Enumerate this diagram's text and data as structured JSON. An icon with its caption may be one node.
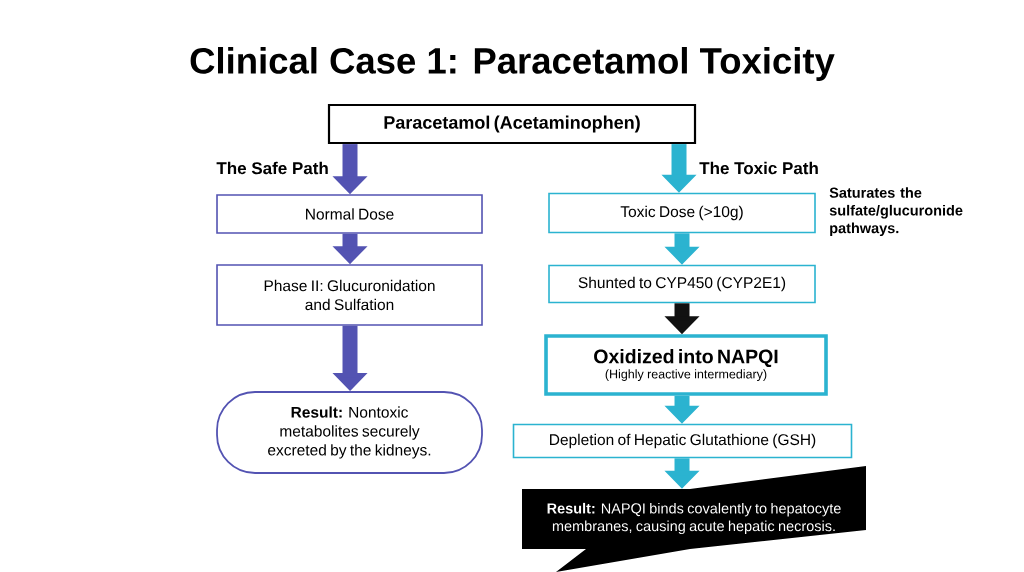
{
  "diagram": {
    "title": "Clinical Case 1: Paracetamol Toxicity",
    "nodes": [
      {
        "text": [
          "Paracetamol (Acetaminophen)"
        ]
      },
      {
        "text": [
          "Normal Dose"
        ]
      },
      {
        "text": [
          "Phase II: Glucuronidation and Sulfation"
        ]
      },
      {
        "text": [
          "**Result:** Nontoxic metabolites securely excreted by the kidneys."
        ]
      },
      {
        "text": [
          "Toxic Dose (>10g)"
        ],
        "beside": [
          "Saturates the sulfate/glucuronide pathways."
        ]
      },
      {
        "text": [
          "Shunted to CYP450 (CYP2E1)"
        ]
      },
      {
        "text": [
          "Oxidized into NAPQI",
          "(Highly reactive intermediary)"
        ]
      },
      {
        "text": [
          "Depletion of Hepatic Glutathione (GSH)"
        ]
      },
      {
        "text": [
          "**Result:** NAPQI binds covalently to hepatocyte membranes, causing acute hepatic necrosis."
        ]
      }
    ],
    "edges": [
      {
        "from": 0,
        "to": 1,
        "arrow": "to",
        "label": "The Safe Path",
        "color": "#5353b2"
      },
      {
        "from": 0,
        "to": 4,
        "arrow": "to",
        "label": "The Toxic Path",
        "color": "#2bb3d0"
      },
      {
        "from": 1,
        "to": 2,
        "arrow": "to",
        "color": "#5353b2"
      },
      {
        "from": 2,
        "to": 3,
        "arrow": "to",
        "color": "#5353b2"
      },
      {
        "from": 4,
        "to": 5,
        "arrow": "to",
        "color": "#2bb3d0"
      },
      {
        "from": 5,
        "to": 6,
        "arrow": "to",
        "color": "#111111"
      },
      {
        "from": 6,
        "to": 7,
        "arrow": "to",
        "color": "#2bb3d0"
      },
      {
        "from": 7,
        "to": 8,
        "arrow": "to",
        "color": "#2bb3d0"
      }
    ]
  }
}
